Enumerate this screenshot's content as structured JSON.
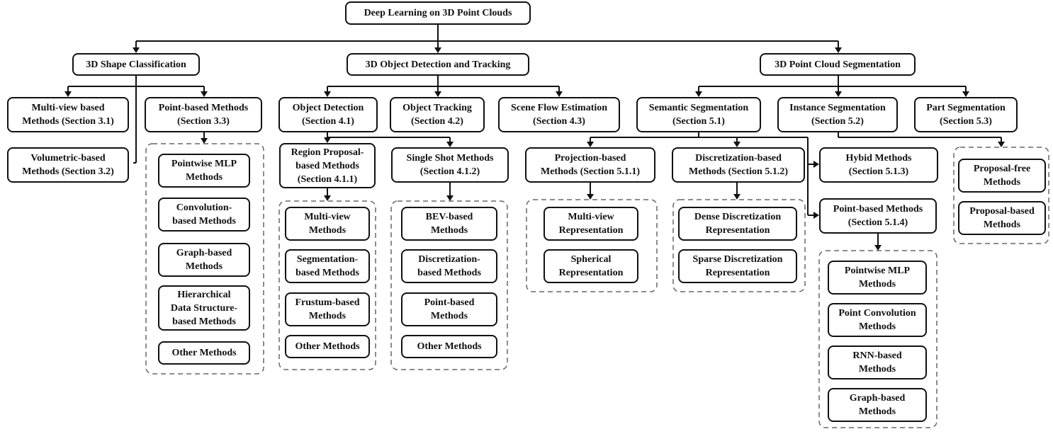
{
  "root": "Deep Learning on 3D Point Clouds",
  "cls": {
    "title": "3D Shape Classification",
    "multiview": "Multi-view based\nMethods (Section 3.1)",
    "volumetric": "Volumetric-based\nMethods (Section 3.2)",
    "point": "Point-based Methods\n(Section 3.3)",
    "point_children": [
      "Pointwise MLP\nMethods",
      "Convolution-\nbased Methods",
      "Graph-based\nMethods",
      "Hierarchical\nData Structure-\nbased Methods",
      "Other Methods"
    ]
  },
  "det": {
    "title": "3D Object Detection and Tracking",
    "detection": "Object Detection\n(Section 4.1)",
    "tracking": "Object Tracking\n(Section 4.2)",
    "sceneflow": "Scene Flow Estimation\n(Section 4.3)",
    "region": "Region Proposal-\nbased Methods\n(Section 4.1.1)",
    "region_children": [
      "Multi-view\nMethods",
      "Segmentation-\nbased Methods",
      "Frustum-based\nMethods",
      "Other Methods"
    ],
    "single": "Single Shot Methods\n(Section 4.1.2)",
    "single_children": [
      "BEV-based\nMethods",
      "Discretization-\nbased Methods",
      "Point-based\nMethods",
      "Other Methods"
    ]
  },
  "seg": {
    "title": "3D Point Cloud Segmentation",
    "semantic": "Semantic Segmentation\n(Section 5.1)",
    "instance": "Instance Segmentation\n(Section 5.2)",
    "part": "Part Segmentation\n(Section 5.3)",
    "projection": "Projection-based\nMethods (Section 5.1.1)",
    "projection_children": [
      "Multi-view\nRepresentation",
      "Spherical\nRepresentation"
    ],
    "discretization": "Discretization-based\nMethods (Section 5.1.2)",
    "discretization_children": [
      "Dense Discretization\nRepresentation",
      "Sparse Discretization\nRepresentation"
    ],
    "hybrid": "Hybid Methods\n(Section 5.1.3)",
    "point": "Point-based Methods\n(Section 5.1.4)",
    "point_children": [
      "Pointwise MLP\nMethods",
      "Point Convolution\nMethods",
      "RNN-based\nMethods",
      "Graph-based\nMethods"
    ],
    "instance_children": [
      "Proposal-free\nMethods",
      "Proposal-based\nMethods"
    ]
  }
}
